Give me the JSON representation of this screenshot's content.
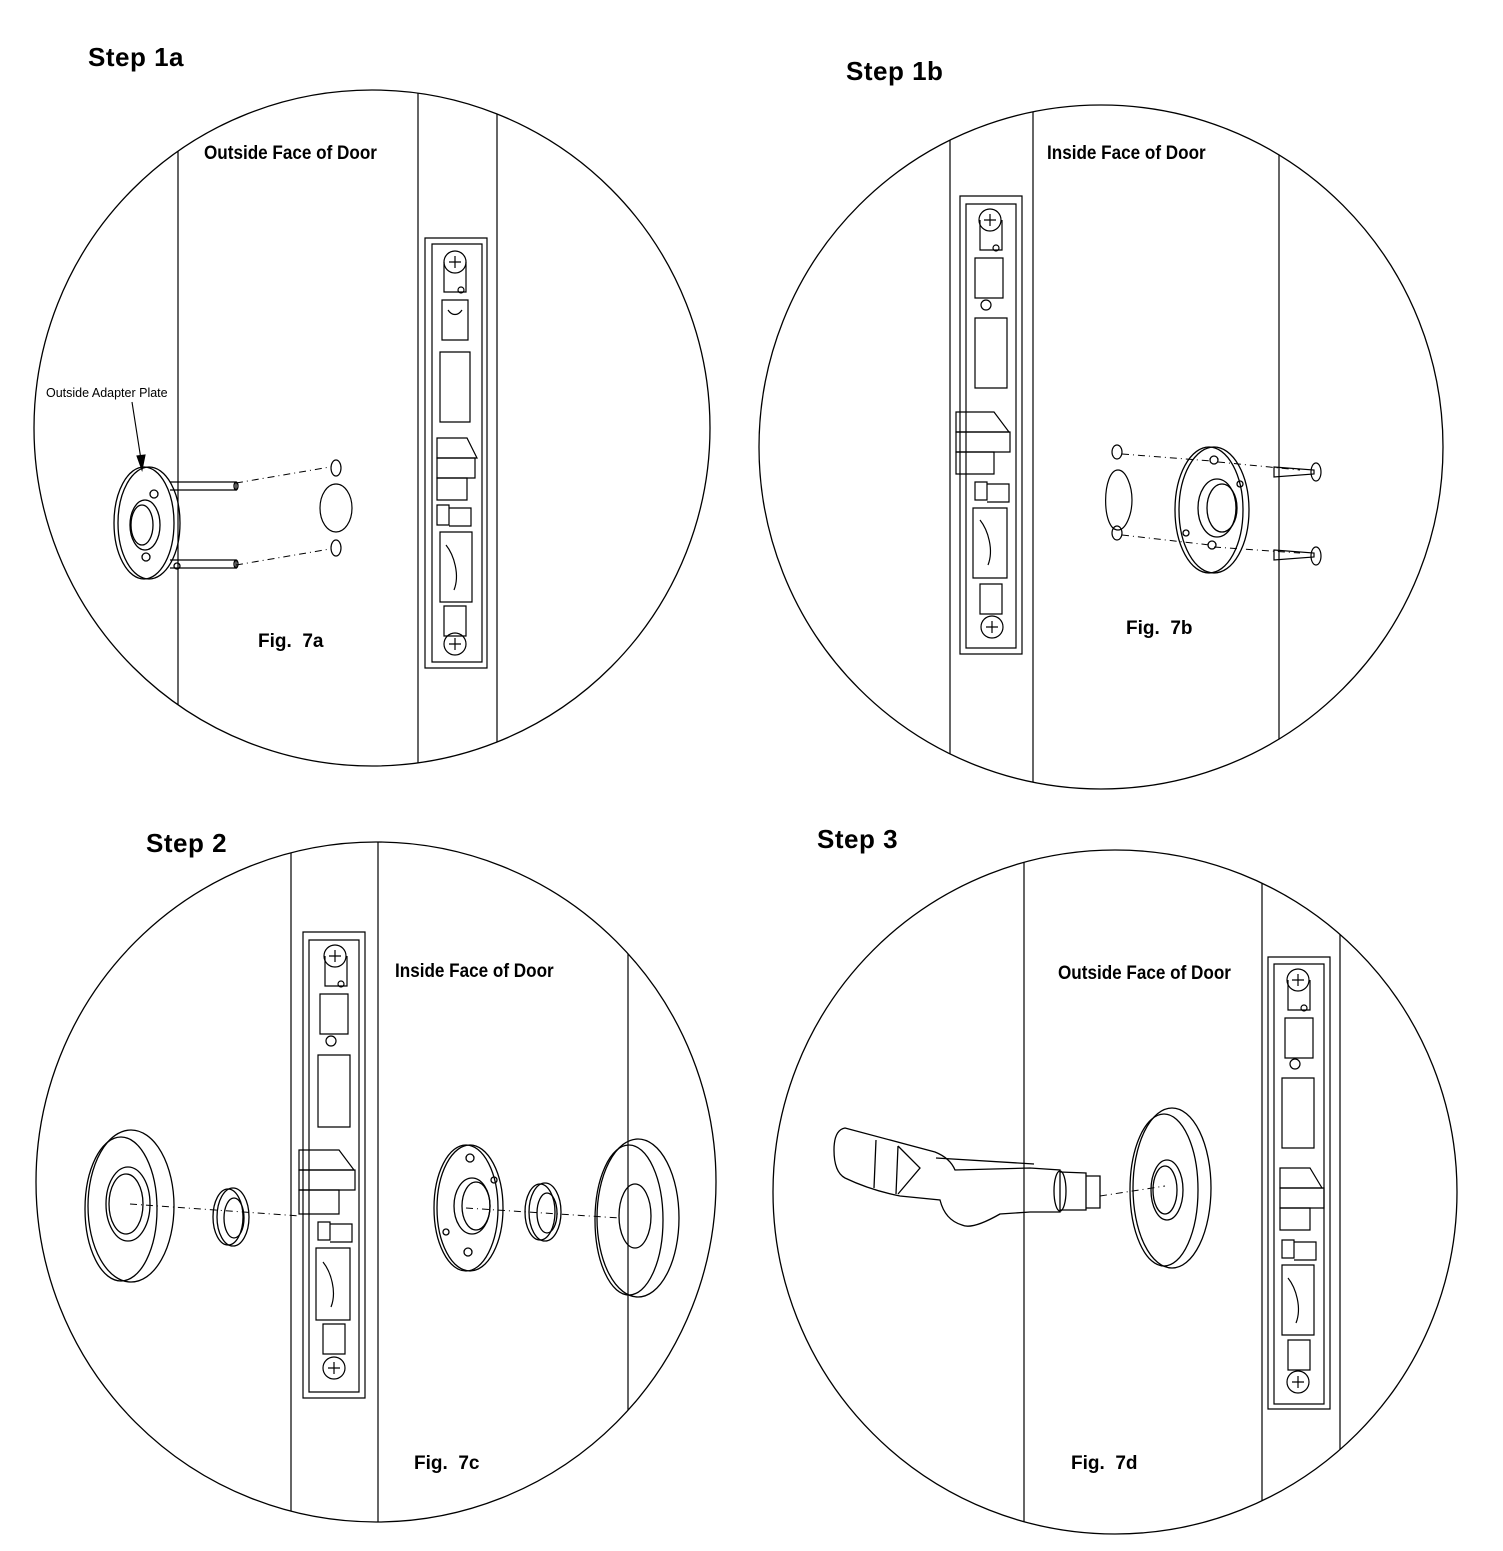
{
  "steps": [
    {
      "title": "Step 1a",
      "face_label": "Outside Face of Door",
      "figure": "Fig.  7a",
      "callout": "Outside Adapter Plate"
    },
    {
      "title": "Step 1b",
      "face_label": "Inside Face of Door",
      "figure": "Fig.  7b"
    },
    {
      "title": "Step 2",
      "face_label": "Inside Face of Door",
      "figure": "Fig.  7c"
    },
    {
      "title": "Step 3",
      "face_label": "Outside Face of Door",
      "figure": "Fig.  7d"
    }
  ],
  "icons": {
    "lock_body": "mortise-lock-faceplate-icon",
    "adapter_plate": "adapter-plate-icon",
    "rose": "rose-icon",
    "handle": "lever-handle-icon",
    "screw": "screw-icon"
  },
  "colors": {
    "line": "#000000",
    "background": "#ffffff"
  }
}
